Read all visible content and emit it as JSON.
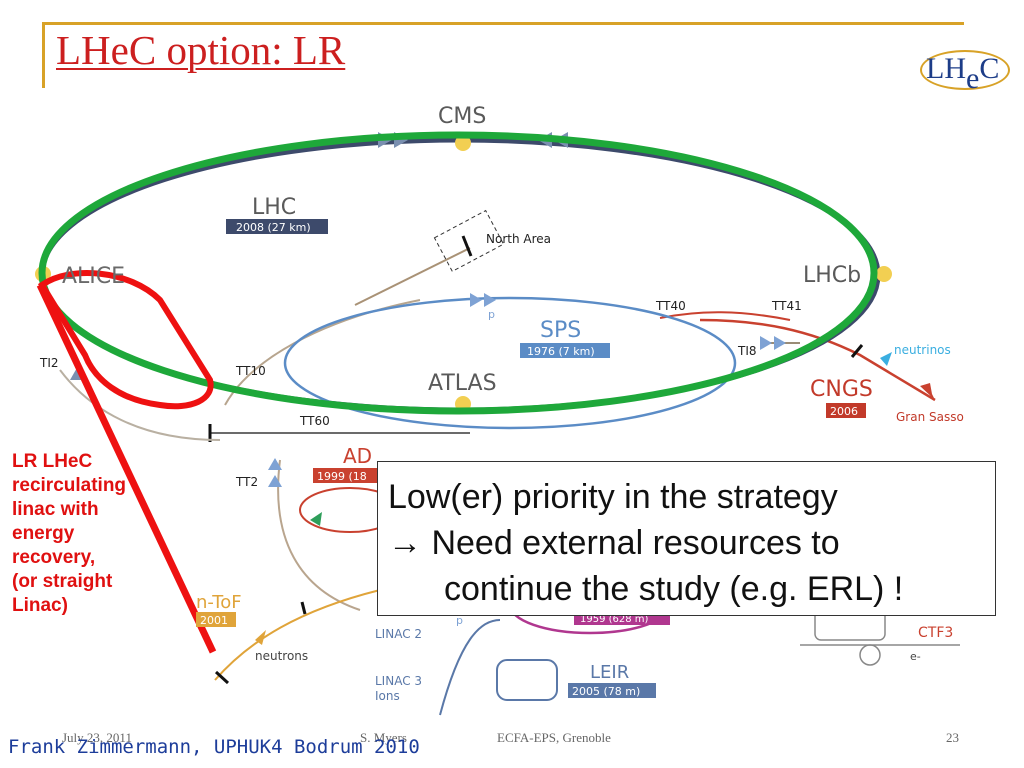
{
  "slide": {
    "title": "LHeC option: LR",
    "logo": {
      "part1": "LH",
      "part2": "e",
      "part3": "C"
    }
  },
  "diagram_labels": {
    "cms": "CMS",
    "lhc": "LHC",
    "lhc_year": "2008 (27 km)",
    "north_area": "North Area",
    "alice": "ALICE",
    "lhcb": "LHCb",
    "tt40": "TT40",
    "tt41": "TT41",
    "p1": "p",
    "sps": "SPS",
    "sps_year": "1976 (7 km)",
    "ti8": "TI8",
    "neutrinos": "neutrinos",
    "ti2": "TI2",
    "tt10": "TT10",
    "atlas": "ATLAS",
    "cngs": "CNGS",
    "cngs_year": "2006",
    "gran_sasso": "Gran Sasso",
    "tt60": "TT60",
    "ad": "AD",
    "ad_year": "1999 (18",
    "tt2": "TT2",
    "ntof": "n-ToF",
    "ntof_year": "2001",
    "neutrons": "neutrons",
    "linac2": "LINAC 2",
    "linac3": "LINAC 3",
    "ions": "Ions",
    "leir": "LEIR",
    "leir_year": "2005 (78 m)",
    "booster_year": "1959 (628 m)",
    "ctf3": "CTF3",
    "e_minus": "e-",
    "p2": "p"
  },
  "annotation": {
    "lines": [
      "LR LHeC",
      "recirculating",
      "linac with",
      "energy",
      "recovery,",
      "(or straight",
      "Linac)"
    ]
  },
  "callout": {
    "line1": "Low(er) priority in the strategy",
    "line2": "→ Need external resources to",
    "line3": "continue the study (e.g. ERL) !"
  },
  "footer": {
    "date": "July 23, 2011",
    "author": "S. Myers",
    "event": "ECFA-EPS, Grenoble",
    "page": "23",
    "credit": "Frank Zimmermann, UPHUK4 Bodrum 2010"
  },
  "colors": {
    "accent_gold": "#d8a227",
    "title_red": "#cc1f1f",
    "lhc_ring": "#3d4a6b",
    "sps_ring": "#5b8cc6",
    "green_ring": "#1ea83a",
    "red_linac": "#ee1111",
    "cngs_red": "#c23a2a"
  }
}
